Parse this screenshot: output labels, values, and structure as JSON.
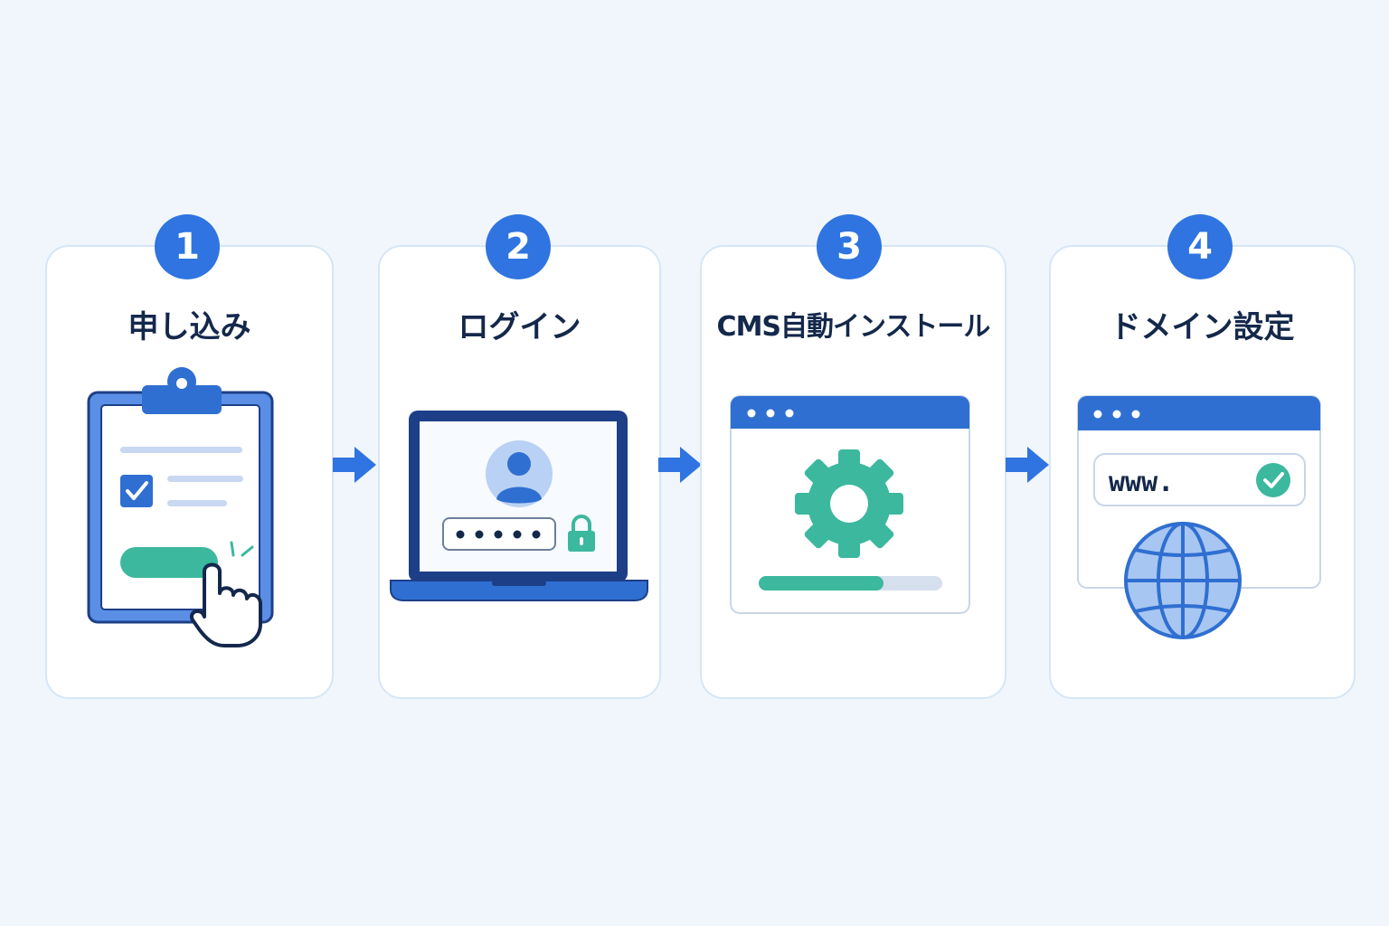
{
  "steps": [
    {
      "number": "1",
      "title": "申し込み",
      "icon": "clipboard-form-icon"
    },
    {
      "number": "2",
      "title": "ログイン",
      "icon": "laptop-login-icon"
    },
    {
      "number": "3",
      "title": "CMS自動インストール",
      "icon": "browser-gear-icon"
    },
    {
      "number": "4",
      "title": "ドメイン設定",
      "icon": "browser-globe-icon"
    }
  ],
  "domain_bar": {
    "text": "www."
  },
  "install_progress": 0.68,
  "colors": {
    "background": "#f0f6fc",
    "card_border": "#d6e6f7",
    "accent_blue": "#2f74e0",
    "navy": "#14284b",
    "teal": "#3bb89d"
  }
}
